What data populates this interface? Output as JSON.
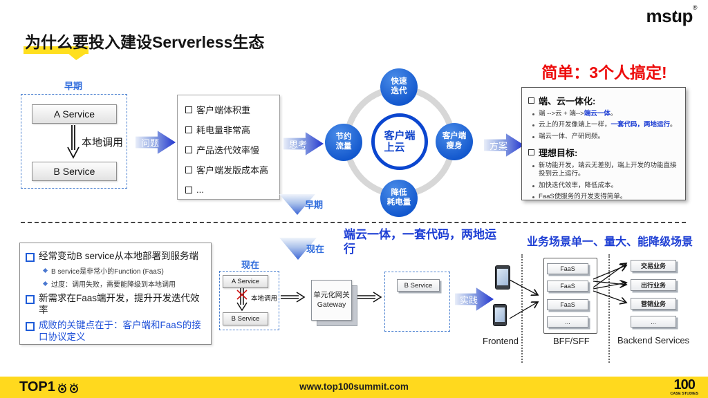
{
  "brand": {
    "logo": "msup",
    "reg": "®"
  },
  "title": "为什么要投入建设Serverless生态",
  "headline_red": "简单：3个人搞定!",
  "early_diagram": {
    "label": "早期",
    "service_a": "A Service",
    "service_b": "B Service",
    "call": "本地调用"
  },
  "flow_arrows": {
    "problem": "问题",
    "think": "思考",
    "plan": "方案",
    "practice": "实践"
  },
  "stage_arrows": {
    "early": "早期",
    "now": "现在"
  },
  "problem_list": [
    "客户端体积重",
    "耗电量非常高",
    "产品迭代效率慢",
    "客户端发版成本高",
    "..."
  ],
  "cloud_diagram": {
    "center": "客户端\n上云",
    "top": "快速\n迭代",
    "left": "节约\n流量",
    "right": "客户端\n瘦身",
    "bottom": "降低\n耗电量"
  },
  "solution_panel": {
    "s1_title": "端、云一体化:",
    "s1_b1_pre": "端 -->云 + 端-->",
    "s1_b1_em": "端云一体",
    "s1_b1_post": "。",
    "s1_b2_pre": "云上的开发像端上一样，",
    "s1_b2_em": "一套代码，两地运行",
    "s1_b2_post": "。",
    "s1_b3": "端云一体、产研同频。",
    "s2_title": "理想目标:",
    "s2_b1": "新功能开发，端云无差别，端上开发的功能直接投到云上运行。",
    "s2_b2": "加快迭代效率，降低成本。",
    "s2_b3": "FaaS使服务的开发变得简单。"
  },
  "notes_panel": {
    "item1": "经常变动B service从本地部署到服务端",
    "item1_sub1": "B service是非常小的Function (FaaS)",
    "item1_sub2": "过度：调用失败，需要能降级到本地调用",
    "item2": "新需求在Faas端开发，提升开发迭代效率",
    "item3": "成败的关键点在于：客户端和FaaS的接口协议定义"
  },
  "now_diagram": {
    "label": "现在",
    "service_a": "A Service",
    "service_b": "B Service",
    "call": "本地调用",
    "gateway_line1": "单元化网关",
    "gateway_line2": "Gateway",
    "remote_service": "B Service"
  },
  "bottom_headers": {
    "left": "端云一体，一套代码，两地运行",
    "right": "业务场景单一、量大、能降级场景"
  },
  "practice_diagram": {
    "frontend_label": "Frontend",
    "bff_label": "BFF/SFF",
    "backend_label": "Backend Services",
    "faas_items": [
      "FaaS",
      "FaaS",
      "FaaS",
      "..."
    ],
    "backend_items": [
      "交易业务",
      "出行业务",
      "营销业务",
      "..."
    ]
  },
  "footer": {
    "url": "www.top100summit.com",
    "logo_text": "TOP1",
    "badge_number": "100",
    "badge_caption": "CASE STUDIES"
  },
  "icons": {
    "msup_arrow": "up-arrow-in-u",
    "top100_eyes": "double-eye",
    "checkbox_bullet": "square-outline",
    "sub_bullet": "blue-diamond"
  },
  "colors": {
    "accent_blue": "#1b66d8",
    "deep_blue": "#1d3ed4",
    "red": "#ed0b0b",
    "footer_yellow": "#ffd91e",
    "highlight_yellow": "#ffdf1e"
  }
}
